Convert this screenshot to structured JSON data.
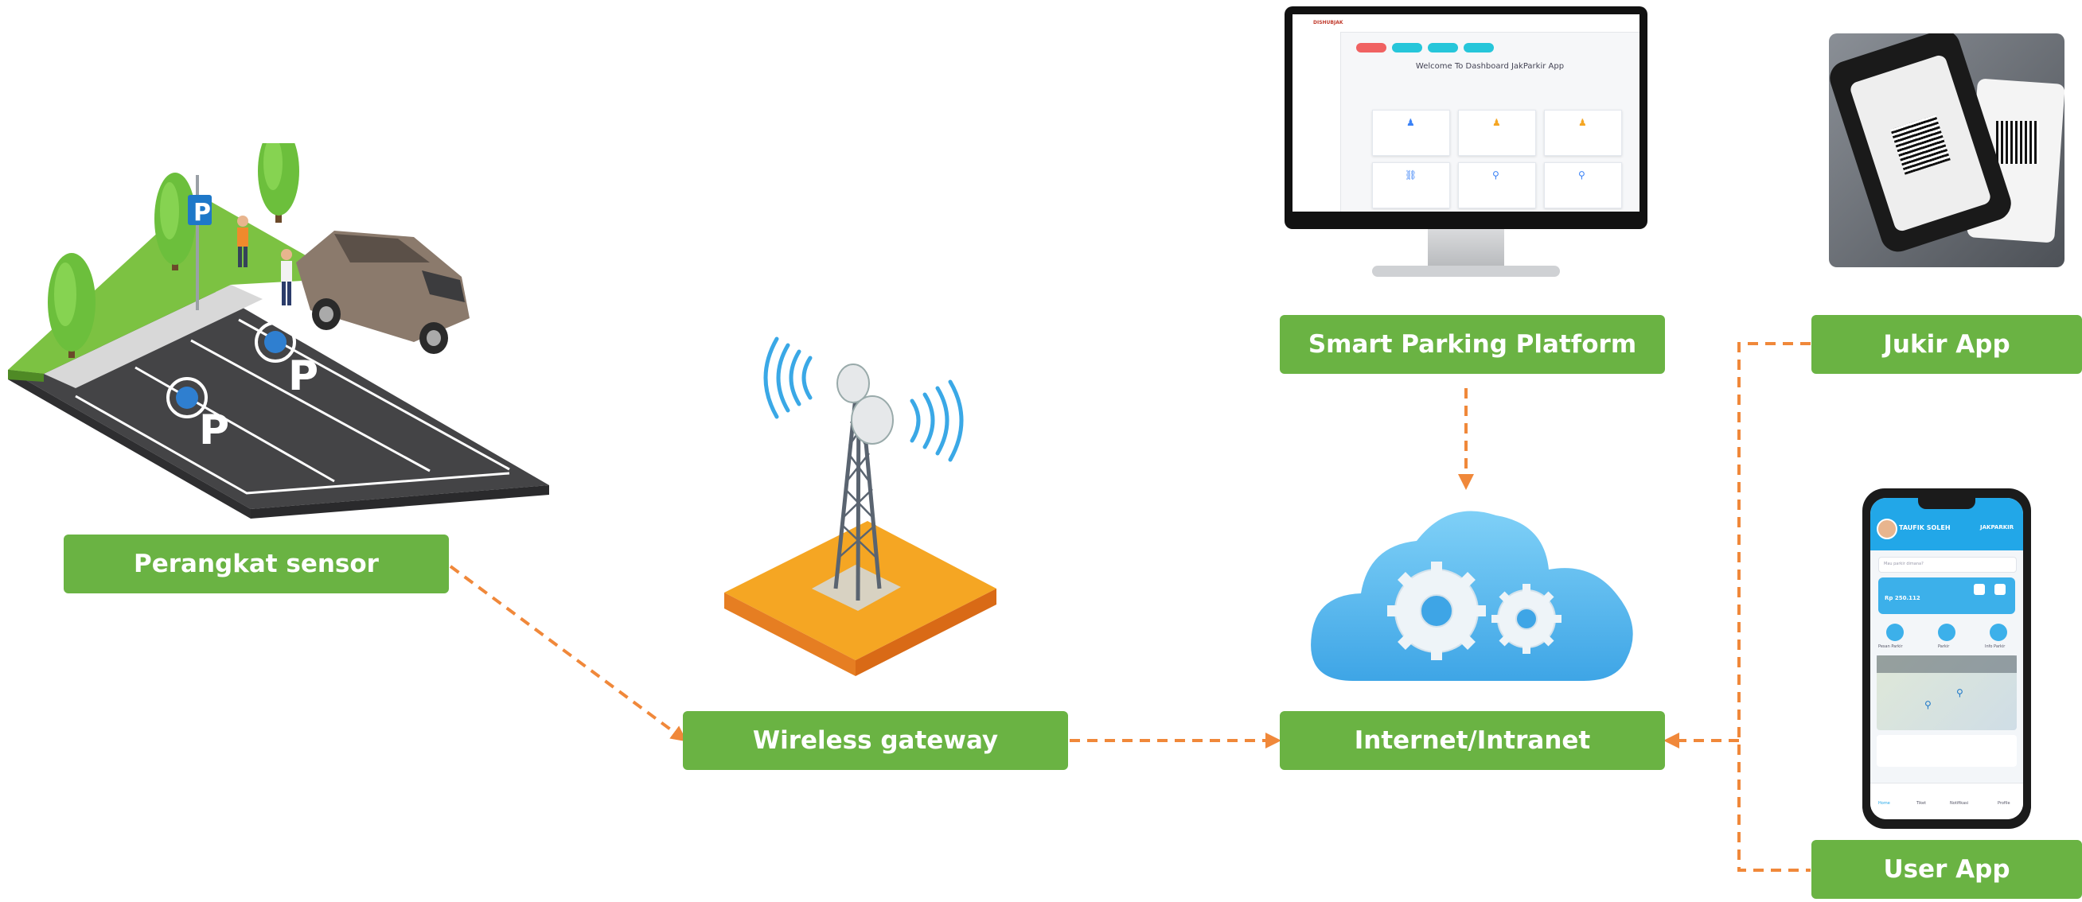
{
  "nodes": {
    "perangkat_sensor": "Perangkat sensor",
    "wireless_gateway": "Wireless gateway",
    "internet_intranet": "Internet/Intranet",
    "smart_parking_platform": "Smart Parking Platform",
    "jukir_app": "Jukir App",
    "user_app": "User App"
  },
  "dashboard": {
    "brand": "DISHUBJAK",
    "welcome": "Welcome To Dashboard JakParkir App",
    "cards": [
      {
        "icon": "person-icon"
      },
      {
        "icon": "person-icon"
      },
      {
        "icon": "person-icon"
      },
      {
        "icon": "car-icon"
      },
      {
        "icon": "location-icon"
      },
      {
        "icon": "location-icon"
      }
    ]
  },
  "user_app_screen": {
    "user_name": "TAUFIK SOLEH",
    "brand": "JAKPARKIR",
    "search_placeholder": "Mau parkir dimana?",
    "balance": "Rp 250.112",
    "actions": [
      "Pesan Parkir",
      "Parkir",
      "Info Parkir"
    ],
    "nav": [
      "Home",
      "Tiket",
      "Notifikasi",
      "Profile"
    ]
  },
  "colors": {
    "label_green": "#6ab343",
    "connector_orange": "#f0883a",
    "cloud_blue": "#5cb8ee",
    "gateway_orange": "#f5a623"
  }
}
